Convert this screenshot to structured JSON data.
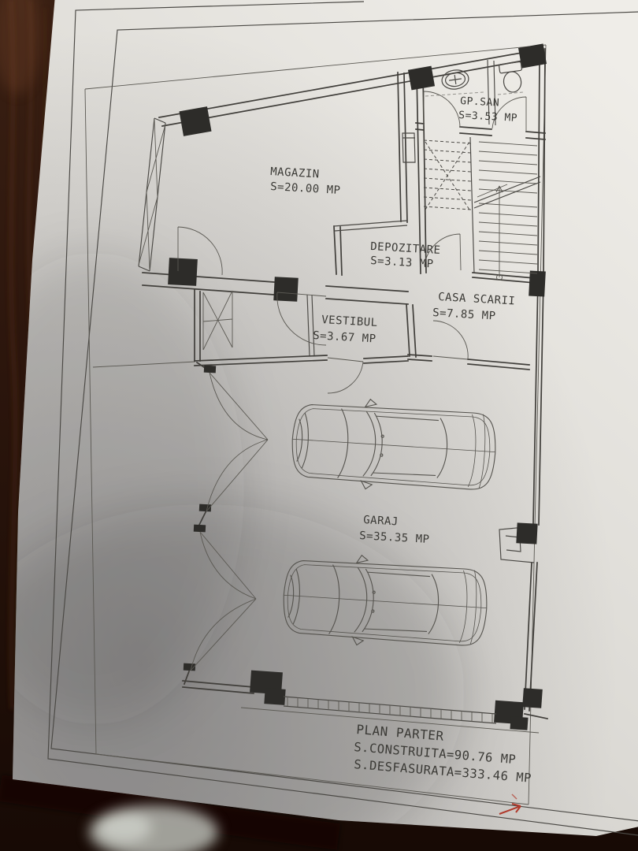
{
  "photo": {
    "description": "architectural floor plan sheet photographed on a dark wooden table",
    "colors": {
      "paper": "#e2e0db",
      "wood": "#2e1810",
      "ink": "#403e3a",
      "red_annotation": "#b03a2c"
    }
  },
  "rooms": {
    "magazin": {
      "name": "MAGAZIN",
      "area": "S=20.00 MP"
    },
    "gp_san": {
      "name": "GP.SAN",
      "area": "S=3.53 MP"
    },
    "depozitare": {
      "name": "DEPOZITARE",
      "area": "S=3.13 MP"
    },
    "casa_scarii": {
      "name": "CASA SCARII",
      "area": "S=7.85 MP"
    },
    "vestibul": {
      "name": "VESTIBUL",
      "area": "S=3.67 MP"
    },
    "garaj": {
      "name": "GARAJ",
      "area": "S=35.35 MP"
    }
  },
  "title_block": {
    "title": "PLAN PARTER",
    "built_area": "S.CONSTRUITA=90.76 MP",
    "total_area": "S.DESFASURATA=333.46 MP"
  }
}
